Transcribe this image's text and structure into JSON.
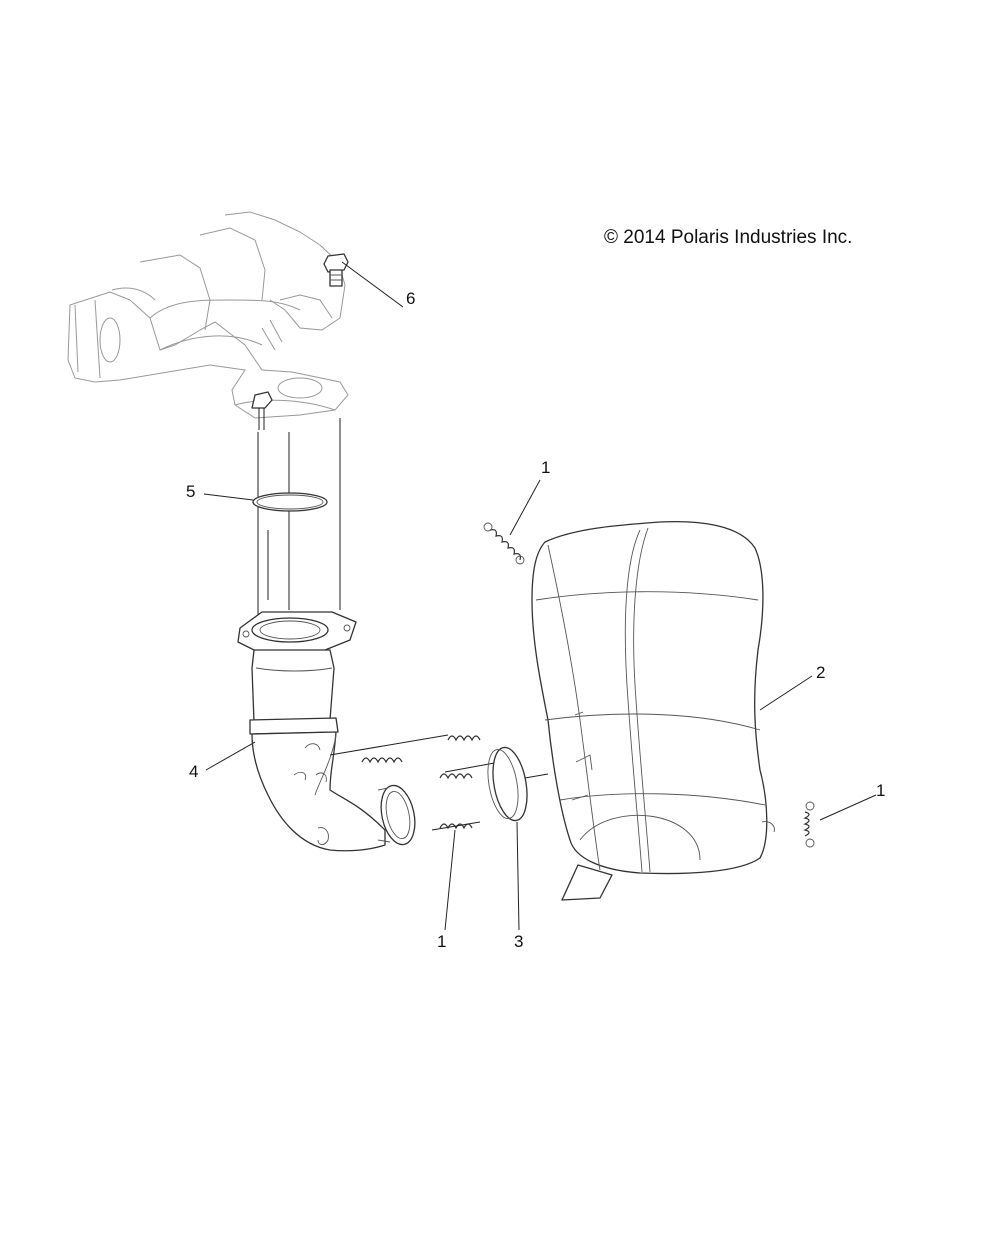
{
  "copyright": "© 2014 Polaris Industries Inc.",
  "callouts": {
    "c6": "6",
    "c5": "5",
    "c4": "4",
    "c1_top": "1",
    "c2": "2",
    "c1_right": "1",
    "c1_bottom": "1",
    "c3": "3"
  },
  "parts": [
    {
      "ref": "1",
      "name": "spring"
    },
    {
      "ref": "2",
      "name": "muffler"
    },
    {
      "ref": "3",
      "name": "seal"
    },
    {
      "ref": "4",
      "name": "head pipe"
    },
    {
      "ref": "5",
      "name": "gasket"
    },
    {
      "ref": "6",
      "name": "bolt"
    }
  ]
}
